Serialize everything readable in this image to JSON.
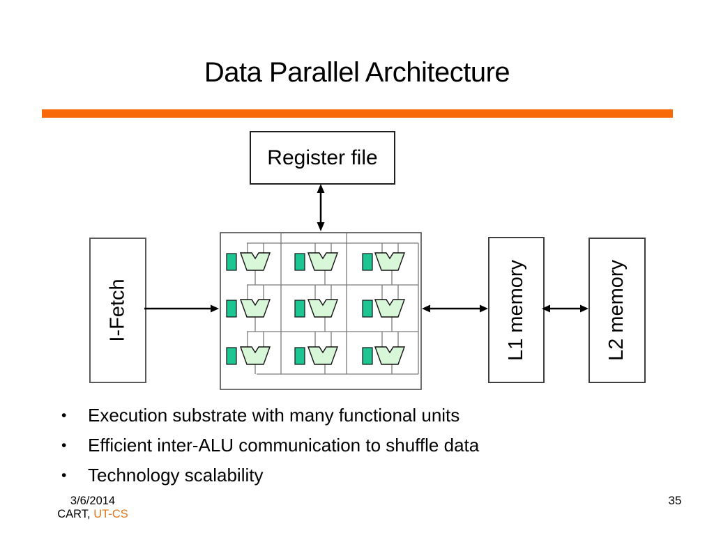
{
  "slide": {
    "title": "Data Parallel Architecture",
    "accent_color": "#F8690A",
    "bullets": [
      "Execution substrate with many functional units",
      "Efficient inter-ALU communication to shuffle data",
      "Technology scalability"
    ],
    "diagram": {
      "register_file_label": "Register file",
      "i_fetch_label": "I-Fetch",
      "l1_label": "L1 memory",
      "l2_label": "L2 memory",
      "alu_grid": {
        "rows": 3,
        "cols": 3
      },
      "colors": {
        "alu_fill": "#D8F6D8",
        "reg_fill": "#1DC592",
        "wire": "#7A7A7A",
        "box_border": "#4D4D4D",
        "unit_outline": "#111111"
      }
    },
    "footer": {
      "date": "3/6/2014",
      "org": "CART,",
      "org_highlight": "UT-CS",
      "org_highlight_color": "#E0771F",
      "page": "35"
    }
  }
}
